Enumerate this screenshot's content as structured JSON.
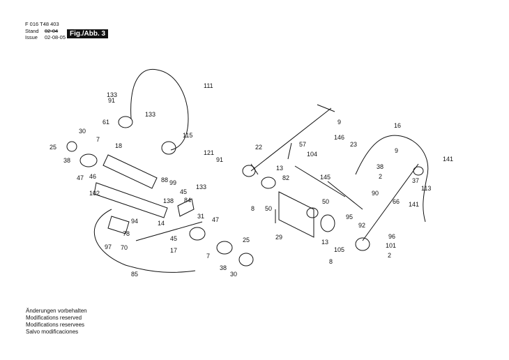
{
  "header": {
    "doc_number": "F 016 T48 403",
    "stand_label": "Stand",
    "stand_value": "02-04",
    "issue_label": "Issue",
    "issue_value": "02-08-05",
    "figure_label": "Fig./Abb. 3"
  },
  "footer_notes": [
    "Änderungen vorbehalten",
    "Modifications reserved",
    "Modifications reservees",
    "Salvo modificaciones"
  ],
  "part_callouts": [
    "111",
    "133",
    "91",
    "61",
    "133",
    "30",
    "25",
    "7",
    "38",
    "47",
    "18",
    "115",
    "121",
    "91",
    "46",
    "88",
    "99",
    "133",
    "45",
    "138",
    "84",
    "102",
    "94",
    "14",
    "78",
    "97",
    "70",
    "17",
    "45",
    "31",
    "47",
    "7",
    "38",
    "30",
    "25",
    "85",
    "22",
    "57",
    "104",
    "9",
    "146",
    "145",
    "82",
    "13",
    "8",
    "50",
    "29",
    "50",
    "13",
    "8",
    "95",
    "90",
    "23",
    "38",
    "2",
    "16",
    "9",
    "141",
    "37",
    "113",
    "141",
    "66",
    "92",
    "96",
    "105",
    "101",
    "2"
  ],
  "colors": {
    "ink": "#111111",
    "label_bg": "#111111"
  }
}
